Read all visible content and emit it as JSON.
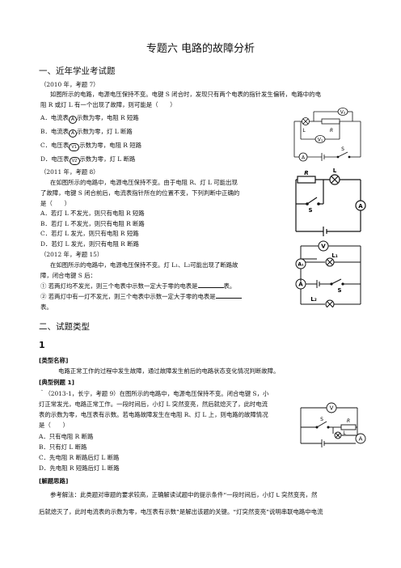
{
  "title": "专题六 电路的故障分析",
  "section1": {
    "heading": "一、近年学业考试题"
  },
  "q2010": {
    "label": "（2010 年，考题 7）",
    "text1": "如图所示的电路，电源电压保持不变。电键 S 闭合时，发现只有两个电表的指针发生偏转，电路中的电",
    "text2": "阻 R 或灯 L 有一个出现了故障，则可能是（　　）",
    "opts": [
      {
        "letter": "A．电流表",
        "meter": "A",
        "rest": "示数为零，电阻 R 短路"
      },
      {
        "letter": "B．电流表",
        "meter": "A",
        "rest": "示数为零，灯 L 断路"
      },
      {
        "letter": "C．电压表",
        "meter": "V1",
        "rest": "示数为零，电阻 R 短路"
      },
      {
        "letter": "D．电压表",
        "meter": "V2",
        "rest": "示数为零，灯 L 断路"
      }
    ]
  },
  "q2011": {
    "label": "（2011 年，考题 8）",
    "lines": [
      "在如图所示的电路中，电源电压保持不变。由于电阻 R、灯 L 可能出现",
      "了故障，电键 S 闭合前后，电流表指针所在的位置不变，下列判断中正确的",
      "是（　　）"
    ],
    "opts": [
      "A．若灯 L 不发光，则只有电阻 R 短路",
      "B．若灯 L 不发光，则只有电阻 R 断路",
      "C．若灯 L 发光，则只有电阻 R 短路",
      "D．若灯 L 发光，则只有电阻 R 断路"
    ]
  },
  "q2012": {
    "label": "（2012 年，考题 15）",
    "line1": "在如图所示的电路中，电源电压保持不变。灯 L₁、L₂可能出现了断路故",
    "line2": "障，闭合电键 S 后：",
    "item1": "①  若两灯均不发光，则三个电表中示数一定大于零的电表是",
    "item1_end": "表。",
    "item2": "②  若两灯中有一灯不发光，则三个电表中示数一定大于零的电表是",
    "item2_end": "表。"
  },
  "section2": {
    "heading": "二、试题类型"
  },
  "type_num": "1",
  "type_name_label": "[类型名称]",
  "type_name_text": "电路正常工作的过程中发生故障，通过故障发生前后的电路状态变化情况判断故障。",
  "example_label": "[典型例题 1]",
  "example": {
    "lines": [
      "＾（2013-1，长宁，考题 9）在图所示的电路中，电源电压保持不变。闭合电键 S，小",
      "灯正常发光，电路正常工作。一段时间后，小灯 L 突然变亮，然后就熄灭了，此时电流",
      "表的示数为零，电压表有示数。若电路故障发生在电阻 R、灯 L 上，则电路的故障情况",
      "是（　　）"
    ],
    "opts": [
      "A．只有电阻 R 断路",
      "B．只有灯 L 断路",
      "C．先电阻 R 断路后灯 L 断路",
      "D．先电阻 R 短路后灯 L 断路"
    ]
  },
  "solve_label": "[解题思路]",
  "solve": {
    "line1": "参考解法：此类题对审题的要求较高，正确解读试题中的提示条件“一段时间后，小灯 L 突然变亮，然",
    "line2": "后就熄灭了，此时电流表的示数为零，电压表有示数”是解出该题的关键。“灯突然变亮”说明串联电路中电流"
  },
  "circuit_labels": {
    "c1": {
      "v2": "V₂",
      "v1": "V₁",
      "l": "L",
      "r": "R",
      "a": "A",
      "s": "S"
    },
    "c2": {
      "r": "R",
      "l": "L",
      "s": "S",
      "a": "A"
    },
    "c3": {
      "v": "V",
      "a1": "A₁",
      "l1": "L₁",
      "a": "A",
      "s": "S",
      "l2": "L₂"
    },
    "c4": {
      "v": "V",
      "s": "S",
      "r": "R",
      "l": "L",
      "a": "A"
    }
  }
}
